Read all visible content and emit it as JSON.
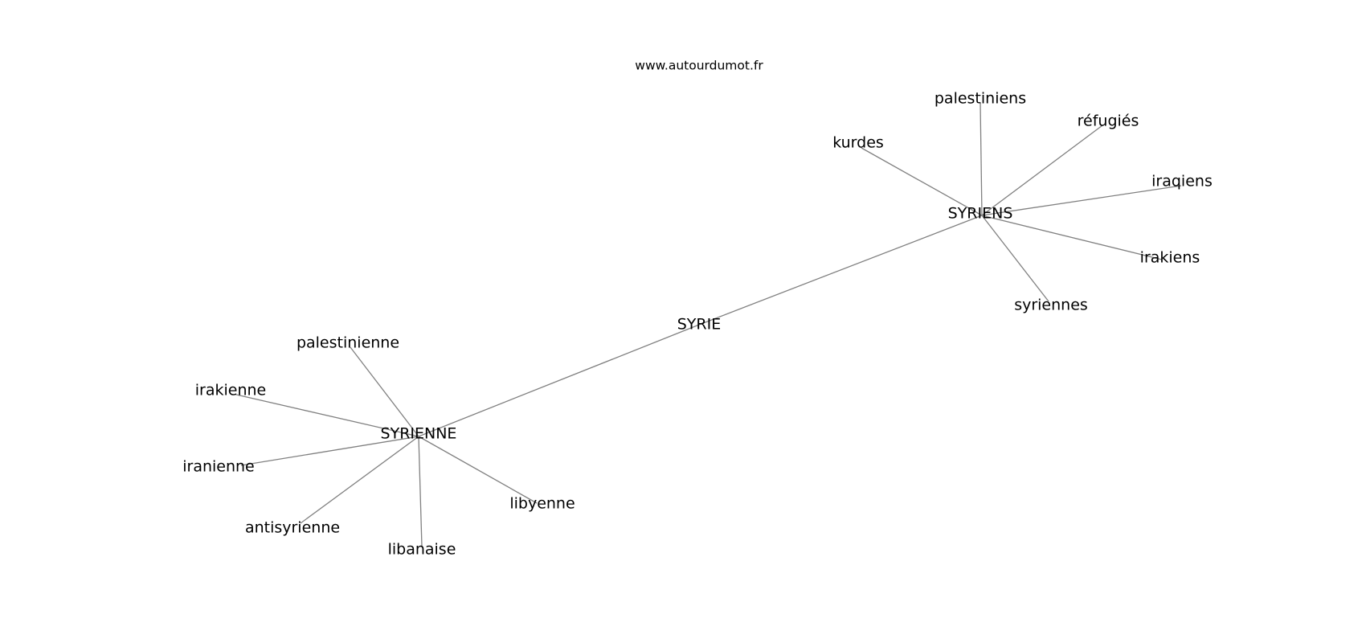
{
  "source": "www.autourdumot.fr",
  "graph": {
    "nodes": [
      {
        "id": "syrie",
        "label": "SYRIE"
      },
      {
        "id": "syriens",
        "label": "SYRIENS"
      },
      {
        "id": "syrienne",
        "label": "SYRIENNE"
      },
      {
        "id": "palestiniens",
        "label": "palestiniens"
      },
      {
        "id": "refugies",
        "label": "réfugiés"
      },
      {
        "id": "kurdes",
        "label": "kurdes"
      },
      {
        "id": "iraqiens",
        "label": "iraqiens"
      },
      {
        "id": "irakiens",
        "label": "irakiens"
      },
      {
        "id": "syriennes",
        "label": "syriennes"
      },
      {
        "id": "palestinienne",
        "label": "palestinienne"
      },
      {
        "id": "irakienne",
        "label": "irakienne"
      },
      {
        "id": "iranienne",
        "label": "iranienne"
      },
      {
        "id": "antisyrienne",
        "label": "antisyrienne"
      },
      {
        "id": "libanaise",
        "label": "libanaise"
      },
      {
        "id": "libyenne",
        "label": "libyenne"
      }
    ],
    "edges": [
      [
        "syrie",
        "syriens"
      ],
      [
        "syrie",
        "syrienne"
      ],
      [
        "syriens",
        "palestiniens"
      ],
      [
        "syriens",
        "refugies"
      ],
      [
        "syriens",
        "kurdes"
      ],
      [
        "syriens",
        "iraqiens"
      ],
      [
        "syriens",
        "irakiens"
      ],
      [
        "syriens",
        "syriennes"
      ],
      [
        "syrienne",
        "palestinienne"
      ],
      [
        "syrienne",
        "irakienne"
      ],
      [
        "syrienne",
        "iranienne"
      ],
      [
        "syrienne",
        "antisyrienne"
      ],
      [
        "syrienne",
        "libanaise"
      ],
      [
        "syrienne",
        "libyenne"
      ]
    ]
  }
}
